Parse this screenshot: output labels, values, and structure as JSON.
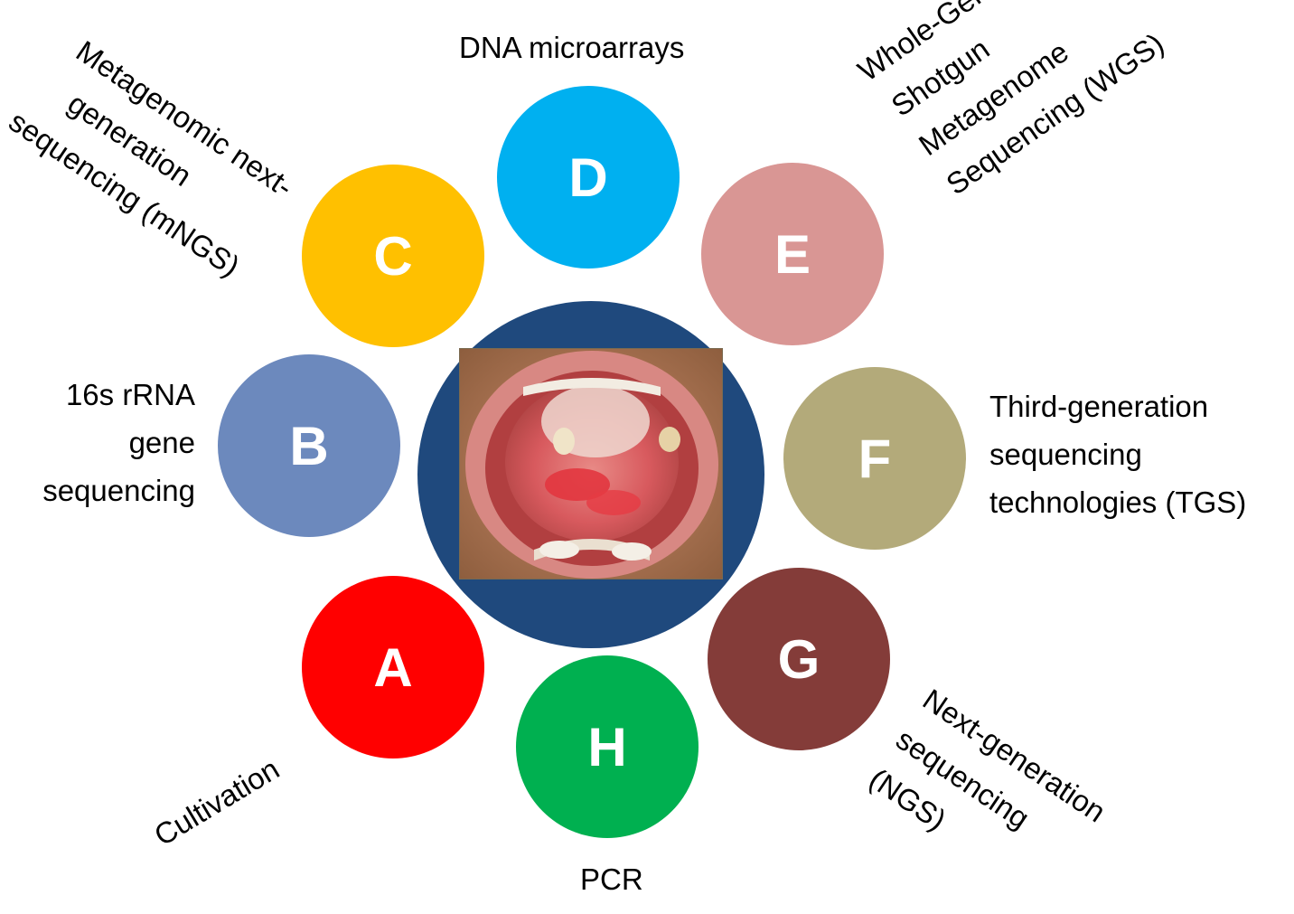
{
  "center": {
    "image_alt": "Open mouth showing inflamed oral mucosa with white lesions"
  },
  "nodes": [
    {
      "letter": "D",
      "color": "#00b0f0",
      "label_lines": [
        "DNA microarrays"
      ]
    },
    {
      "letter": "E",
      "color": "#d99694",
      "label_lines": [
        "Whole-Genome",
        "Shotgun",
        "Metagenome",
        "Sequencing (WGS)"
      ]
    },
    {
      "letter": "F",
      "color": "#b3aa7a",
      "label_lines": [
        "Third-generation",
        "sequencing",
        "technologies (TGS)"
      ]
    },
    {
      "letter": "G",
      "color": "#843c39",
      "label_lines": [
        "Next-generation",
        "sequencing",
        "(NGS)"
      ]
    },
    {
      "letter": "H",
      "color": "#00b050",
      "label_lines": [
        "PCR"
      ]
    },
    {
      "letter": "A",
      "color": "#ff0000",
      "label_lines": [
        "Cultivation"
      ]
    },
    {
      "letter": "B",
      "color": "#6c89bd",
      "label_lines": [
        "16s rRNA",
        "gene",
        "sequencing"
      ]
    },
    {
      "letter": "C",
      "color": "#ffc000",
      "label_lines": [
        "Metagenomic next-",
        "generation",
        "sequencing (mNGS)"
      ]
    }
  ]
}
